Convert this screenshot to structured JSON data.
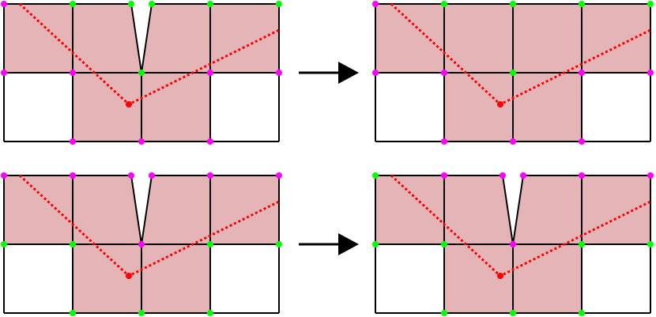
{
  "colors": {
    "fill": "#e5b4b6",
    "grid": "#000000",
    "background": "#ffffff",
    "path": "#ff0000",
    "vertex_green": "#00ff00",
    "vertex_magenta": "#ff00ff",
    "arrow": "#000000"
  },
  "panels": [
    {
      "id": "top-left",
      "filled_cells": [
        [
          0,
          0
        ],
        [
          0,
          1
        ],
        [
          0,
          2
        ],
        [
          0,
          3
        ],
        [
          1,
          1
        ],
        [
          1,
          2
        ]
      ],
      "notch": true,
      "vertex_colors": [
        [
          "magenta",
          "green",
          "green",
          "green",
          "green"
        ],
        [
          "magenta",
          "magenta",
          "green",
          "magenta",
          "magenta"
        ],
        [
          null,
          "magenta",
          "magenta",
          "magenta",
          null
        ]
      ]
    },
    {
      "id": "top-right",
      "filled_cells": [
        [
          0,
          0
        ],
        [
          0,
          1
        ],
        [
          0,
          2
        ],
        [
          0,
          3
        ],
        [
          1,
          1
        ],
        [
          1,
          2
        ]
      ],
      "notch": false,
      "vertex_colors": [
        [
          "magenta",
          "green",
          "green",
          "green",
          "green"
        ],
        [
          "magenta",
          "magenta",
          "green",
          "magenta",
          "magenta"
        ],
        [
          null,
          "magenta",
          "magenta",
          "magenta",
          null
        ]
      ]
    },
    {
      "id": "bottom-left",
      "filled_cells": [
        [
          0,
          0
        ],
        [
          0,
          1
        ],
        [
          0,
          2
        ],
        [
          0,
          3
        ],
        [
          1,
          1
        ],
        [
          1,
          2
        ]
      ],
      "notch": true,
      "vertex_colors": [
        [
          "magenta",
          "magenta",
          "magenta",
          "magenta",
          "magenta"
        ],
        [
          "green",
          "green",
          "magenta",
          "green",
          "green"
        ],
        [
          null,
          "green",
          "green",
          "green",
          null
        ]
      ]
    },
    {
      "id": "bottom-right",
      "filled_cells": [
        [
          0,
          0
        ],
        [
          0,
          1
        ],
        [
          0,
          2
        ],
        [
          0,
          3
        ],
        [
          1,
          1
        ],
        [
          1,
          2
        ]
      ],
      "notch": true,
      "vertex_colors": [
        [
          "green",
          "magenta",
          "magenta",
          "magenta",
          "magenta"
        ],
        [
          "green",
          "green",
          "magenta",
          "green",
          "green"
        ],
        [
          null,
          "green",
          "green",
          "green",
          null
        ]
      ]
    }
  ],
  "arrows": [
    {
      "id": "top-arrow",
      "direction": "right"
    },
    {
      "id": "bottom-arrow",
      "direction": "right"
    }
  ]
}
